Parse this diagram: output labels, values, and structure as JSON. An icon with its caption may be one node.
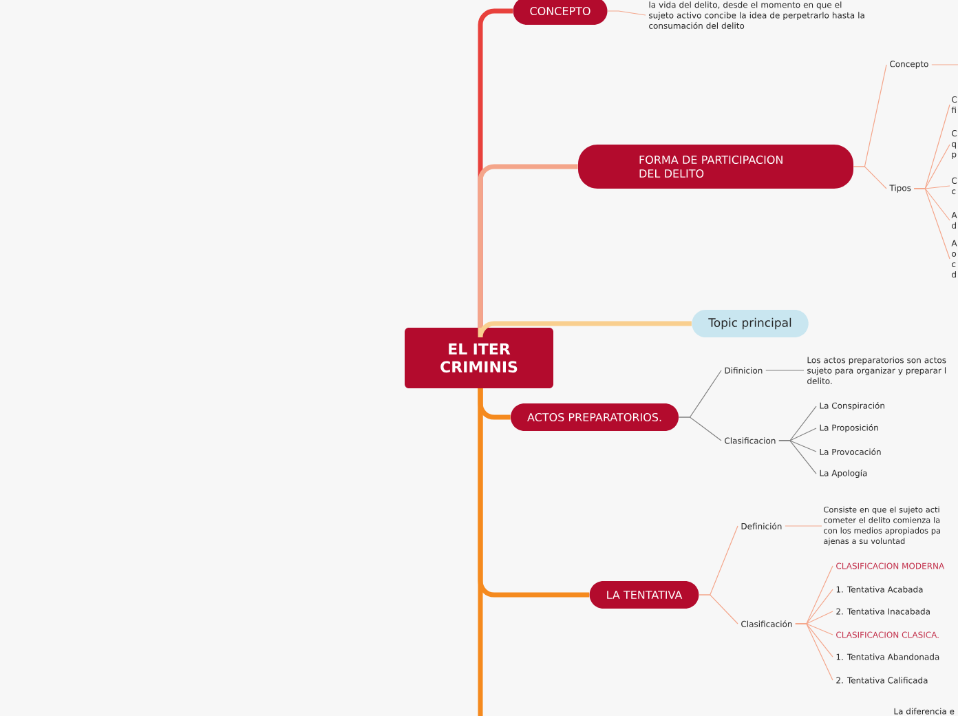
{
  "diagram": {
    "nodes": [
      {
        "text": [
          "EL ITER CRIMINIS"
        ]
      },
      {
        "text": [
          "CONCEPTO"
        ]
      },
      {
        "text": [
          "la vida del delito, desde el momento en que el sujeto activo concibe la idea de perpetrarlo hasta la consumación del delito"
        ]
      },
      {
        "text": [
          "FORMA DE PARTICIPACION DEL DELITO"
        ]
      },
      {
        "text": [
          "Concepto"
        ]
      },
      {
        "text": [
          "Tipos"
        ]
      },
      {
        "text": [
          "C fi"
        ]
      },
      {
        "text": [
          "C q p"
        ]
      },
      {
        "text": [
          "C c"
        ]
      },
      {
        "text": [
          "A d"
        ]
      },
      {
        "text": [
          "A o c d"
        ]
      },
      {
        "text": [
          "Topic principal"
        ]
      },
      {
        "text": [
          "ACTOS PREPARATORIOS."
        ]
      },
      {
        "text": [
          "Difinicion"
        ]
      },
      {
        "text": [
          "Los actos preparatorios son actos sujeto para organizar y preparar l delito."
        ]
      },
      {
        "text": [
          "Clasificacion"
        ]
      },
      {
        "text": [
          "La Conspiración"
        ]
      },
      {
        "text": [
          "La Proposición"
        ]
      },
      {
        "text": [
          "La Provocación"
        ]
      },
      {
        "text": [
          "La Apología"
        ]
      },
      {
        "text": [
          "LA TENTATIVA"
        ]
      },
      {
        "text": [
          "Definición"
        ]
      },
      {
        "text": [
          "Consiste en que el sujeto acti cometer el delito comienza la con los medios apropiados pa ajenas a su voluntad"
        ]
      },
      {
        "text": [
          "Clasificación"
        ]
      },
      {
        "text": [
          "CLASIFICACION MODERNA"
        ]
      },
      {
        "text": [
          "1. Tentativa Acabada"
        ]
      },
      {
        "text": [
          "2. Tentativa Inacabada"
        ]
      },
      {
        "text": [
          "CLASIFICACION CLASICA."
        ]
      },
      {
        "text": [
          "1. Tentativa Abandonada"
        ]
      },
      {
        "text": [
          "2. Tentativa Calificada"
        ]
      }
    ],
    "edges": [
      {
        "from": 0,
        "to": 1,
        "arrow": "none",
        "style": "thick",
        "color": "#e8413c"
      },
      {
        "from": 1,
        "to": 2,
        "arrow": "none",
        "color": "#f4a58a"
      },
      {
        "from": 0,
        "to": 3,
        "arrow": "none",
        "style": "thick",
        "color": "#f4a58a"
      },
      {
        "from": 3,
        "to": 4,
        "arrow": "none",
        "color": "#f4a58a"
      },
      {
        "from": 4,
        "to": null,
        "arrow": "none",
        "color": "#f4a58a"
      },
      {
        "from": 3,
        "to": 5,
        "arrow": "none",
        "color": "#f4a58a"
      },
      {
        "from": 5,
        "to": 6,
        "arrow": "none",
        "color": "#f4a58a"
      },
      {
        "from": 5,
        "to": 7,
        "arrow": "none",
        "color": "#f4a58a"
      },
      {
        "from": 5,
        "to": 8,
        "arrow": "none",
        "color": "#f4a58a"
      },
      {
        "from": 5,
        "to": 9,
        "arrow": "none",
        "color": "#f4a58a"
      },
      {
        "from": 5,
        "to": 10,
        "arrow": "none",
        "color": "#f4a58a"
      },
      {
        "from": 0,
        "to": 11,
        "arrow": "none",
        "style": "thick",
        "color": "#f9cf8f"
      },
      {
        "from": 0,
        "to": 12,
        "arrow": "none",
        "style": "thick",
        "color": "#f58a1e"
      },
      {
        "from": 12,
        "to": 13,
        "arrow": "none",
        "color": "#808080"
      },
      {
        "from": 13,
        "to": 14,
        "arrow": "none",
        "color": "#808080"
      },
      {
        "from": 12,
        "to": 15,
        "arrow": "none",
        "color": "#808080"
      },
      {
        "from": 15,
        "to": 16,
        "arrow": "none",
        "color": "#808080"
      },
      {
        "from": 15,
        "to": 17,
        "arrow": "none",
        "color": "#808080"
      },
      {
        "from": 15,
        "to": 18,
        "arrow": "none",
        "color": "#808080"
      },
      {
        "from": 15,
        "to": 19,
        "arrow": "none",
        "color": "#808080"
      },
      {
        "from": 0,
        "to": 20,
        "arrow": "none",
        "style": "thick",
        "color": "#f58a1e"
      },
      {
        "from": 20,
        "to": 21,
        "arrow": "none",
        "color": "#f4a58a"
      },
      {
        "from": 21,
        "to": 22,
        "arrow": "none",
        "color": "#f4a58a"
      },
      {
        "from": 20,
        "to": 23,
        "arrow": "none",
        "color": "#f4a58a"
      },
      {
        "from": 23,
        "to": 24,
        "arrow": "none",
        "color": "#f4a58a"
      },
      {
        "from": 23,
        "to": 25,
        "arrow": "none",
        "color": "#f4a58a"
      },
      {
        "from": 23,
        "to": 26,
        "arrow": "none",
        "color": "#f4a58a"
      },
      {
        "from": 23,
        "to": 27,
        "arrow": "none",
        "color": "#f4a58a"
      },
      {
        "from": 23,
        "to": 28,
        "arrow": "none",
        "color": "#f4a58a"
      },
      {
        "from": 23,
        "to": 29,
        "arrow": "none",
        "color": "#f4a58a"
      },
      {
        "from": 0,
        "to": null,
        "arrow": "none",
        "style": "thick",
        "color": "#f58a1e"
      }
    ],
    "labels": [
      "La diferencia e"
    ]
  }
}
